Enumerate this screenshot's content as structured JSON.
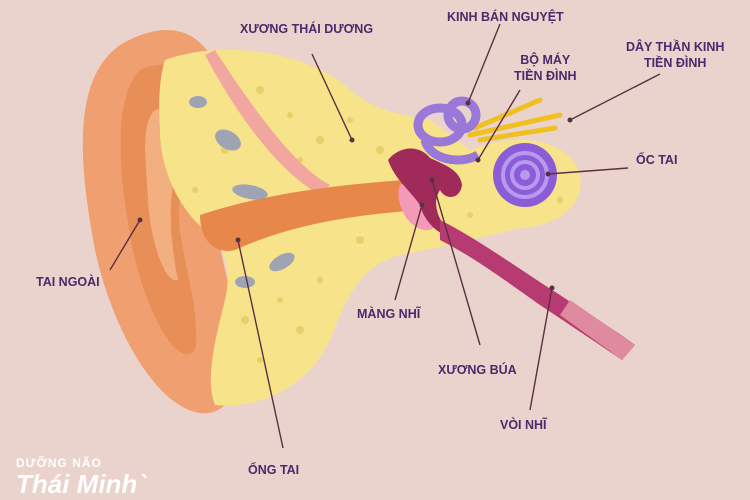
{
  "labels": {
    "xuong_thai_duong": "XƯƠNG THÁI DƯƠNG",
    "kinh_ban_nguyet": "KINH BÁN NGUYỆT",
    "bo_may_line1": "BỘ MÁY",
    "bo_may_line2": "TIỀN ĐÌNH",
    "day_than_kinh_line1": "DÂY THẦN KINH",
    "day_than_kinh_line2": "TIỀN ĐÌNH",
    "oc_tai": "ỐC TAI",
    "tai_ngoai": "TAI NGOÀI",
    "mang_nhi": "MÀNG NHĨ",
    "xuong_bua": "XƯƠNG BÚA",
    "voi_nhi": "VÒI NHĨ",
    "ong_tai": "ỐNG TAI"
  },
  "brand": {
    "top": "DƯỠNG NÃO",
    "main": "Thái Minh`"
  },
  "colors": {
    "background": "#e9d3cc",
    "label_text": "#4a2a6a",
    "leader_line": "#5a3040",
    "outer_ear": "#f0a070",
    "ear_canal": "#e8874a",
    "temporal_bone": "#f7e48a",
    "cochlea": "#8c5bd6",
    "semicircular_canals": "#9a78d8",
    "ossicles": "#a02a5a",
    "eardrum": "#f29ab8",
    "eustachian_tube": "#b83a72",
    "vestibular_nerve": "#f0c020"
  }
}
